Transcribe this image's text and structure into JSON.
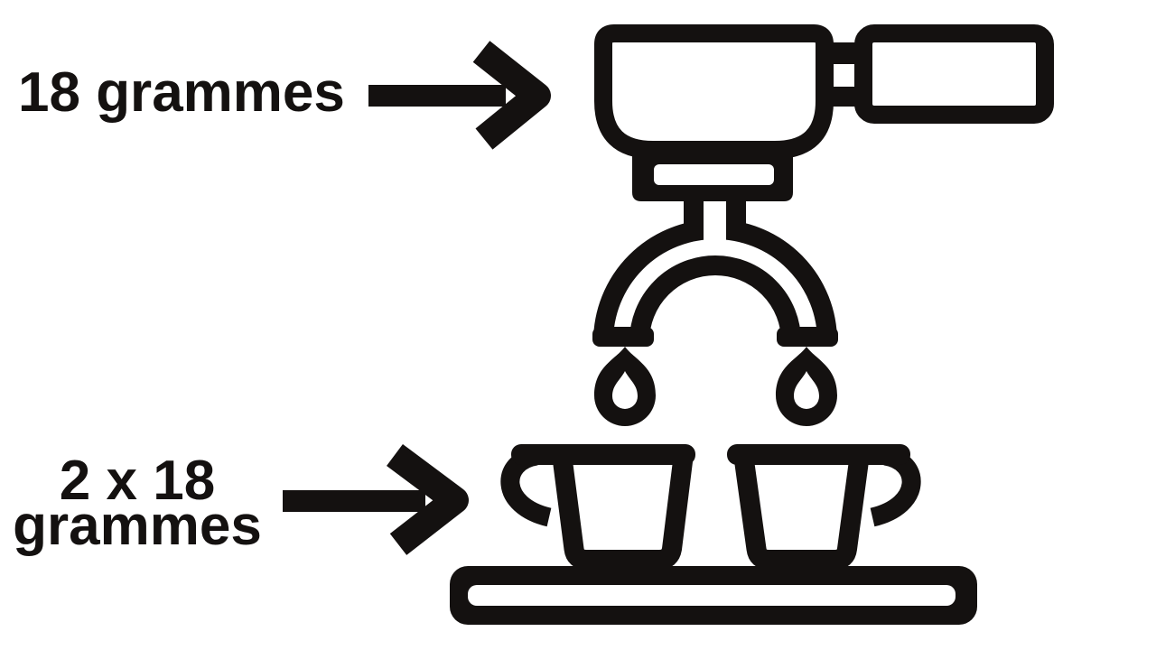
{
  "canvas": {
    "background_color": "#ffffff",
    "ink_color": "#141110"
  },
  "labels": {
    "portion_single": {
      "text": "18 grammes"
    },
    "portion_double": {
      "line1": "2 x 18",
      "line2": "grammes"
    }
  },
  "icons": {
    "arrow_single": "right-arrow-icon",
    "arrow_double": "right-arrow-icon",
    "portafilter": "portafilter-icon",
    "drips": "coffee-drip-icon",
    "cups": "espresso-cup-icon",
    "tray": "tray-icon"
  }
}
